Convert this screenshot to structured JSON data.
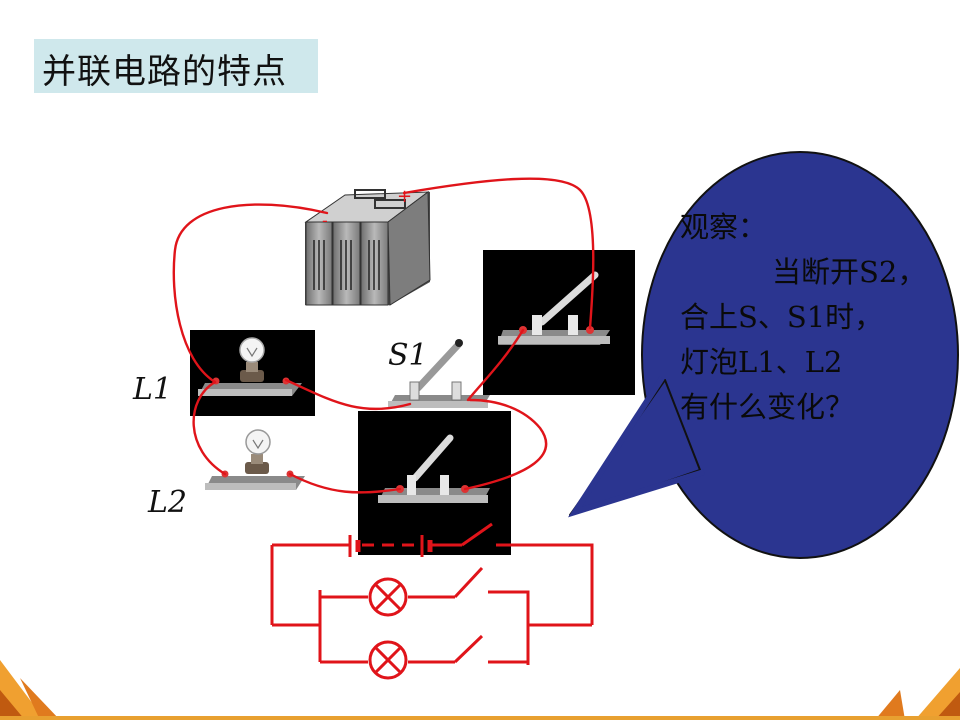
{
  "title": "并联电路的特点",
  "labels": {
    "l1": "L1",
    "l2": "L2",
    "s1": "S1"
  },
  "battery_marks": {
    "minus": "-",
    "plus": "+"
  },
  "bubble": {
    "line1": "观察：",
    "line2": "当断开S2，",
    "line3": "合上S、S1时，",
    "line4": "灯泡L1、L2",
    "line5": "有什么变化？"
  },
  "colors": {
    "wire": "#e0141a",
    "bubble_fill": "#2b3590",
    "title_bg": "#cfe8ec",
    "panel": "#000000",
    "corner": "#e8851c"
  },
  "icons": [
    "battery-icon",
    "lightbulb-icon",
    "knife-switch-icon",
    "lamp-symbol-icon",
    "switch-symbol-icon"
  ]
}
